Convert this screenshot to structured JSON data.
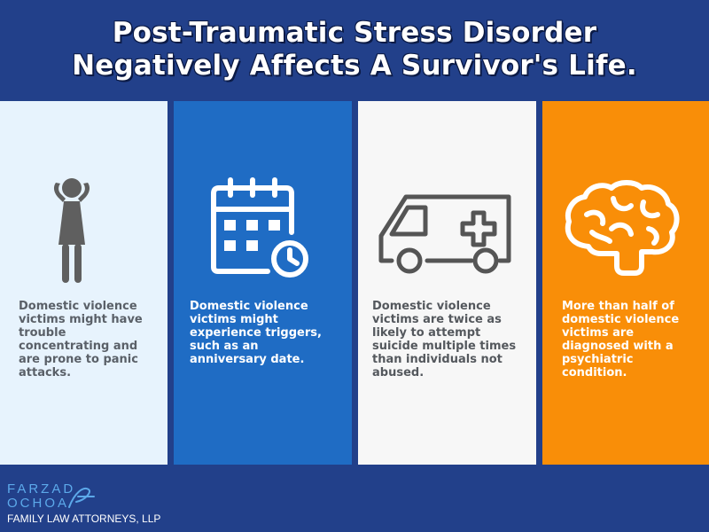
{
  "header": {
    "title_line1": "Post-Traumatic Stress Disorder",
    "title_line2": "Negatively Affects A Survivor's Life."
  },
  "panels": [
    {
      "icon": "distressed-person-icon",
      "color": "#e7f3fd",
      "lines": [
        "Domestic violence",
        "victims might have",
        "trouble",
        "concentrating and",
        "are prone to panic",
        "attacks."
      ]
    },
    {
      "icon": "calendar-clock-icon",
      "color": "#1f6cc4",
      "lines": [
        "Domestic violence",
        "victims might",
        "experience triggers,",
        "such as an",
        "anniversary date."
      ]
    },
    {
      "icon": "ambulance-icon",
      "color": "#f7f7f7",
      "lines": [
        "Domestic violence",
        "victims are twice as",
        "likely to attempt",
        "suicide multiple times",
        "than individuals not",
        "abused."
      ]
    },
    {
      "icon": "brain-icon",
      "color": "#f98e08",
      "lines": [
        "More than half of",
        "domestic violence",
        "victims are",
        "diagnosed with a",
        "psychiatric",
        "condition."
      ]
    }
  ],
  "footer": {
    "logo_line1": "FARZAD",
    "logo_line2": "OCHOA",
    "logo_tagline": "FAMILY LAW ATTORNEYS, LLP"
  }
}
